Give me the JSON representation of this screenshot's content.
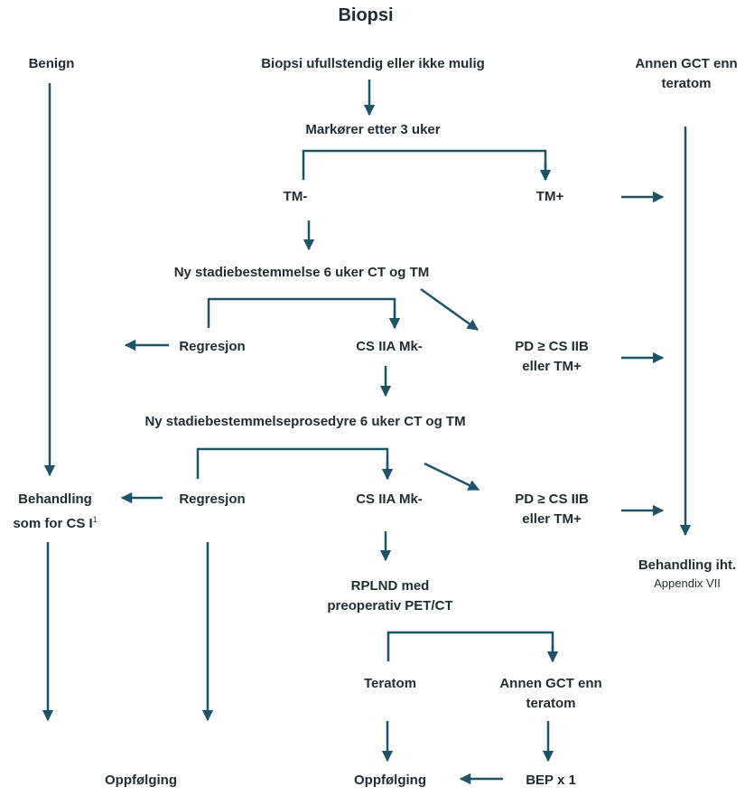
{
  "title": "Biopsi",
  "nodes": {
    "benign": "Benign",
    "incomplete_biopsy": "Biopsi ufullstendig eller ikke mulig",
    "other_gct_top_1": "Annen GCT enn",
    "other_gct_top_2": "teratom",
    "markers_3w": "Markører etter 3 uker",
    "tm_neg": "TM-",
    "tm_pos": "TM+",
    "restaging_1": "Ny stadiebestemmelse 6 uker CT og TM",
    "regression_1": "Regresjon",
    "cs_iia_1": "CS IIA Mk-",
    "pd_1_line1": "PD ≥ CS IIB",
    "pd_1_line2": "eller TM+",
    "restaging_2": "Ny stadiebestemmelseprosedyre 6 uker CT og TM",
    "treatment_cs1_line1": "Behandling",
    "treatment_cs1_line2": "som for CS I",
    "treatment_cs1_sup": "1",
    "regression_2": "Regresjon",
    "cs_iia_2": "CS IIA Mk-",
    "pd_2_line1": "PD ≥ CS IIB",
    "pd_2_line2": "eller TM+",
    "treatment_appendix_line1": "Behandling iht.",
    "treatment_appendix_line2": "Appendix VII",
    "rplnd_line1": "RPLND med",
    "rplnd_line2": "preoperativ PET/CT",
    "teratoma": "Teratom",
    "other_gct_bottom_1": "Annen GCT enn",
    "other_gct_bottom_2": "teratom",
    "followup_left": "Oppfølging",
    "followup_mid": "Oppfølging",
    "bep": "BEP x 1"
  },
  "colors": {
    "arrow": "#1f5368",
    "text": "#1f2d33"
  }
}
